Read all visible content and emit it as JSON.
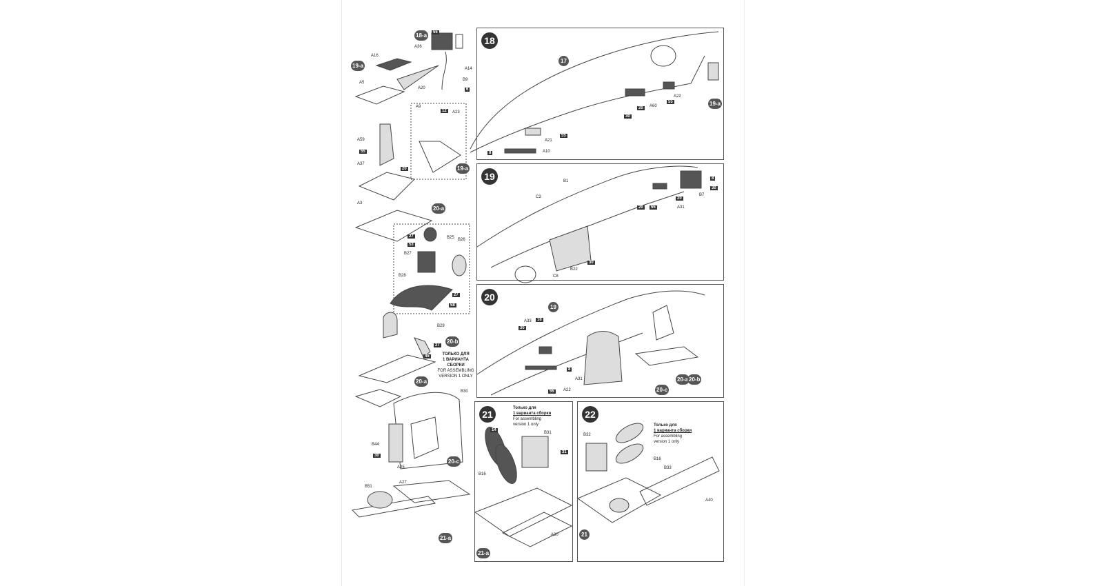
{
  "steps": {
    "s18": "18",
    "s19": "19",
    "s20": "20",
    "s21": "21",
    "s22": "22"
  },
  "subassemblies": {
    "a18": "18-a",
    "a19": "19-a",
    "a20": "20-a",
    "b20": "20-b",
    "c20": "20-c",
    "a21": "21-a",
    "a20b": "20-a",
    "c20b": "20-c",
    "ref19": "19",
    "ref21": "21",
    "ref17": "17",
    "a19b": "19-a"
  },
  "notes": {
    "ru_caps": [
      "ТОЛЬКО ДЛЯ",
      "1 ВАРИАНТА",
      "СБОРКИ"
    ],
    "en_caps": [
      "FOR ASSEMBLING",
      "VERSION 1 ONLY"
    ],
    "ru_small_title": "Только для",
    "ru_small_line2": "1 варианта сборки",
    "en_small": [
      "For assembling",
      "version 1 only"
    ]
  },
  "parts": [
    "A36",
    "A16",
    "A5",
    "A14",
    "B9",
    "A20",
    "A9",
    "A23",
    "A59",
    "A37",
    "A3",
    "B25",
    "B26",
    "B27",
    "B28",
    "B29",
    "B30",
    "B44",
    "A25",
    "B51",
    "A27",
    "A60",
    "A22",
    "A21",
    "A10",
    "B1",
    "C3",
    "A31",
    "B7",
    "B22",
    "C8",
    "A33",
    "B31",
    "B16",
    "B32",
    "B33",
    "A40",
    "A30"
  ],
  "paint_codes": [
    "55",
    "6",
    "12",
    "30",
    "20",
    "27",
    "53",
    "58",
    "45",
    "14",
    "31",
    "8",
    "18",
    "33"
  ]
}
